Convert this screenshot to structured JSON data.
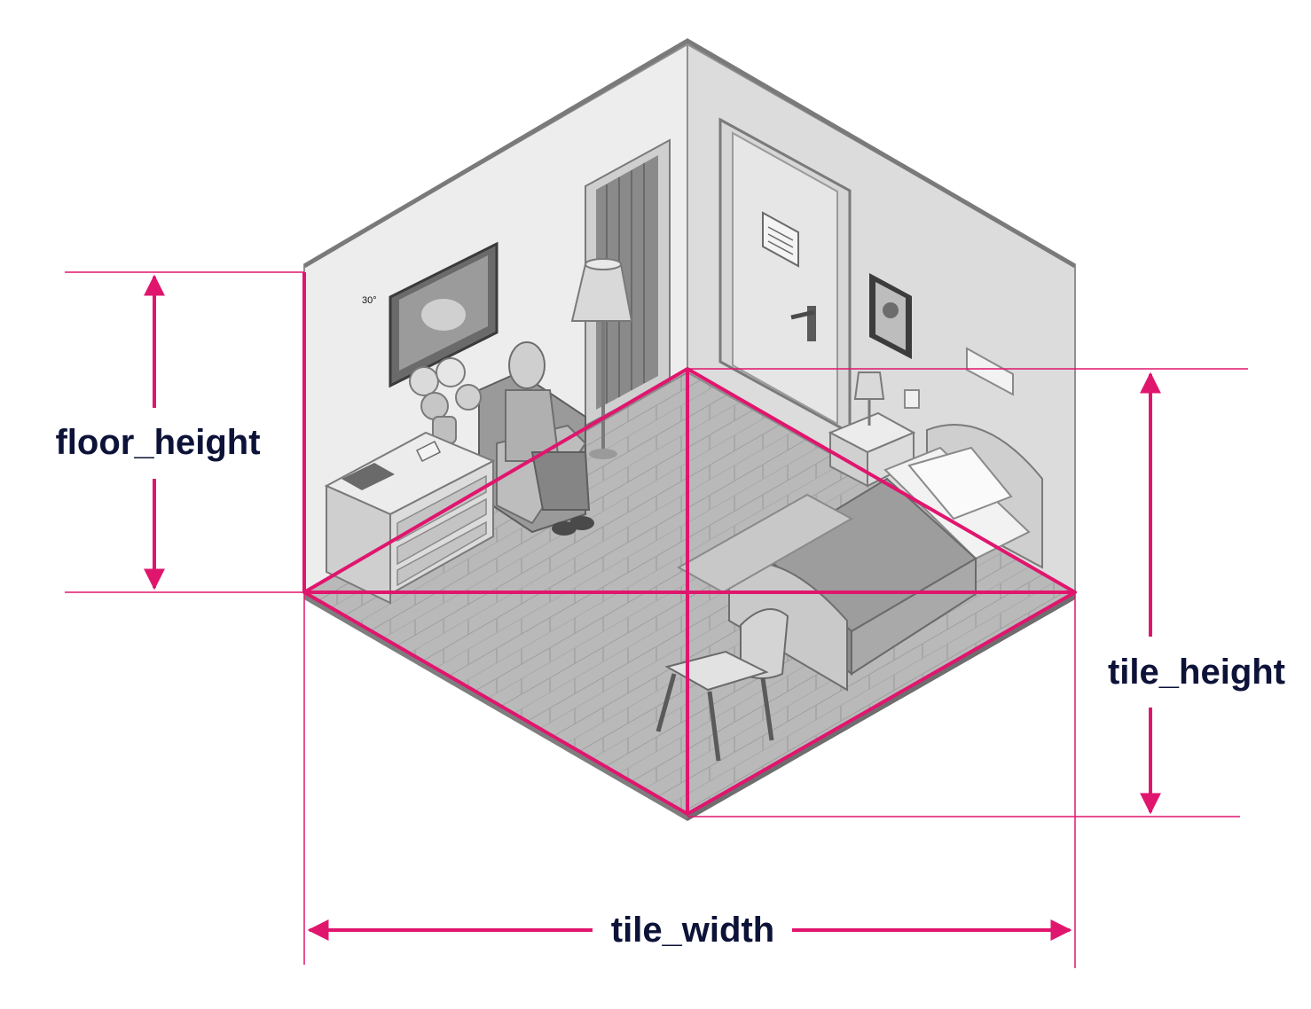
{
  "labels": {
    "floor_height": "floor_height",
    "tile_height": "tile_height",
    "tile_width": "tile_width",
    "angle": "30°"
  },
  "colors": {
    "accent": "#e0166e",
    "label_text": "#0d1238",
    "wall_light": "#eeeeee",
    "wall_mid": "#dedede",
    "floor": "#b8b8b8",
    "outline": "#8a8a8a"
  }
}
